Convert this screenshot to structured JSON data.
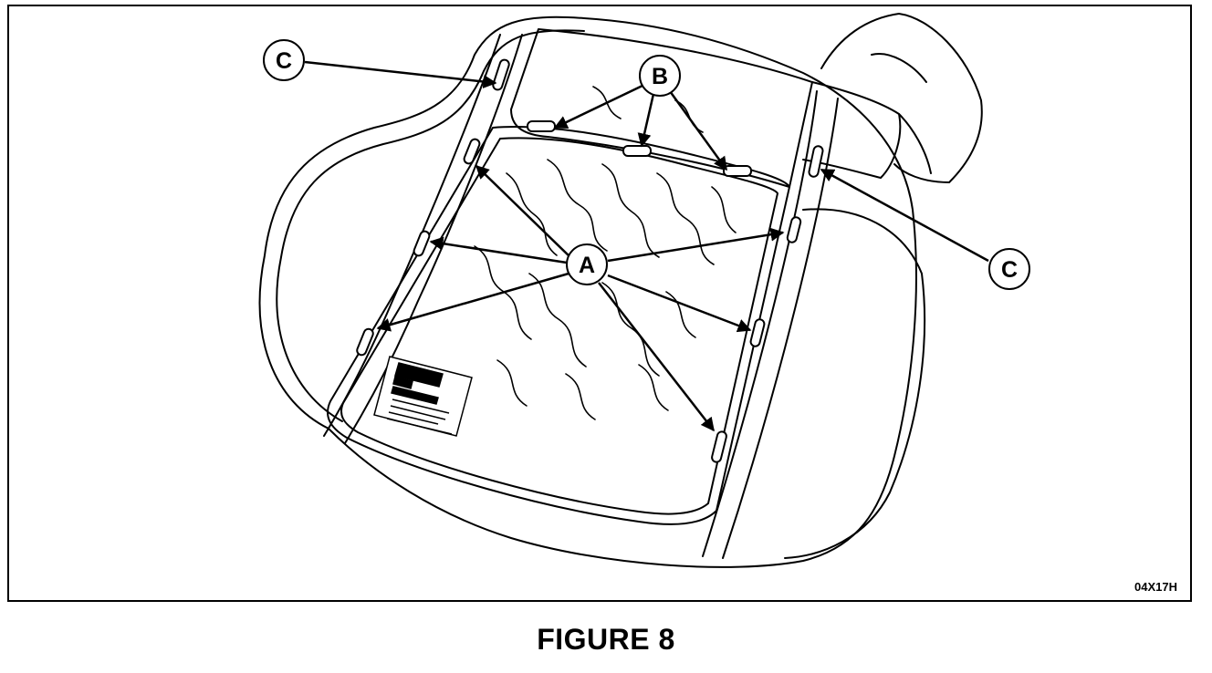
{
  "figure": {
    "caption": "FIGURE 8",
    "code": "04X17H"
  },
  "callouts": {
    "a": "A",
    "b": "B",
    "c_left": "C",
    "c_right": "C"
  }
}
